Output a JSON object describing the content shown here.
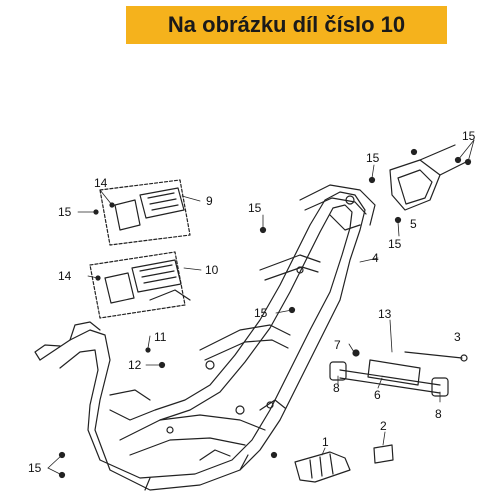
{
  "banner": {
    "title": "Na obrázku díl číslo 10",
    "color": "#f5b21c"
  },
  "callouts": [
    "15",
    "15",
    "15",
    "14",
    "9",
    "15",
    "5",
    "15",
    "4",
    "14",
    "10",
    "15",
    "13",
    "3",
    "11",
    "7",
    "12",
    "8",
    "6",
    "8",
    "1",
    "2",
    "15"
  ]
}
